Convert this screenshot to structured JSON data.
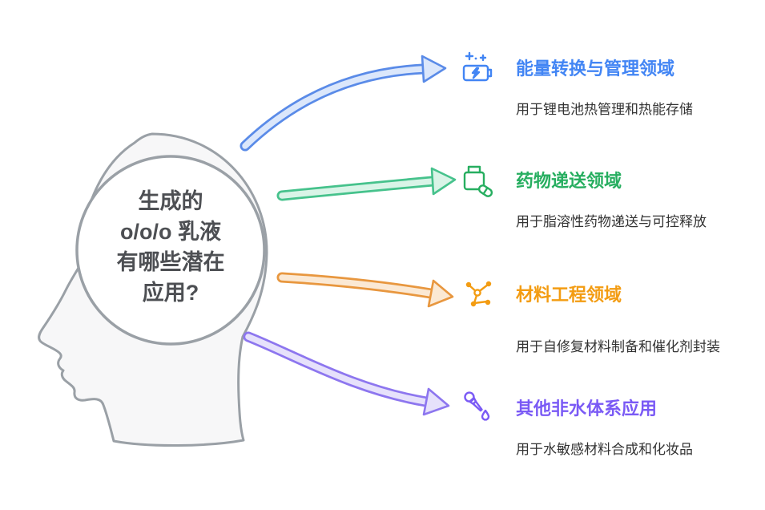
{
  "brain": {
    "lines": [
      "生成的",
      "o/o/o 乳液",
      "有哪些潜在",
      "应用?"
    ]
  },
  "items": [
    {
      "title": "能量转换与管理领域",
      "subtitle": "用于锂电池热管理和热能存储",
      "color": "#4285f4",
      "icon": "battery-charging-icon"
    },
    {
      "title": "药物递送领域",
      "subtitle": "用于脂溶性药物递送与可控释放",
      "color": "#27ae60",
      "icon": "medicine-box-icon"
    },
    {
      "title": "材料工程领域",
      "subtitle": "用于自修复材料制备和催化剂封装",
      "color": "#f39c12",
      "icon": "molecule-icon"
    },
    {
      "title": "其他非水体系应用",
      "subtitle": "用于水敏感材料合成和化妆品",
      "color": "#7a5af5",
      "icon": "dropper-icon"
    }
  ],
  "colors": {
    "head_fill": "#f7f7f8",
    "head_stroke": "#9aa0a6",
    "brain_text": "#4d4f53",
    "subtitle_text": "#333333"
  }
}
